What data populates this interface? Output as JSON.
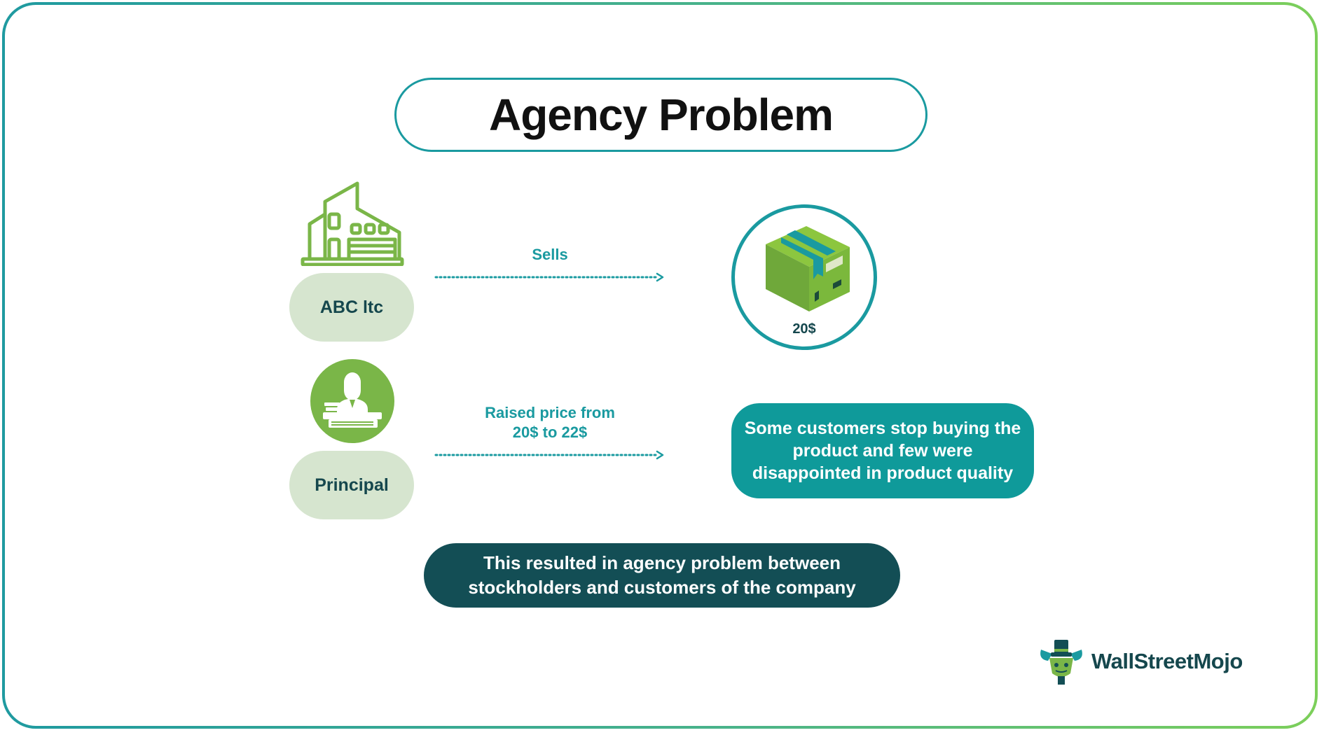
{
  "title": "Agency Problem",
  "nodes": {
    "company": "ABC ltc",
    "principal": "Principal"
  },
  "arrows": {
    "sells": "Sells",
    "raised_line1": "Raised price from",
    "raised_line2": "20$ to 22$"
  },
  "product": {
    "price": "20$",
    "icon": "box-icon"
  },
  "result": "Some customers stop buying the product and few were disappointed in product quality",
  "summary_line1": "This resulted in agency problem between",
  "summary_line2": "stockholders and customers of the company",
  "brand": {
    "name": "WallStreetMojo",
    "icon": "mascot-logo-icon"
  },
  "colors": {
    "teal": "#1a9aa0",
    "dark_teal": "#134e55",
    "green": "#7ab648",
    "pill_bg": "#d6e5cf"
  }
}
